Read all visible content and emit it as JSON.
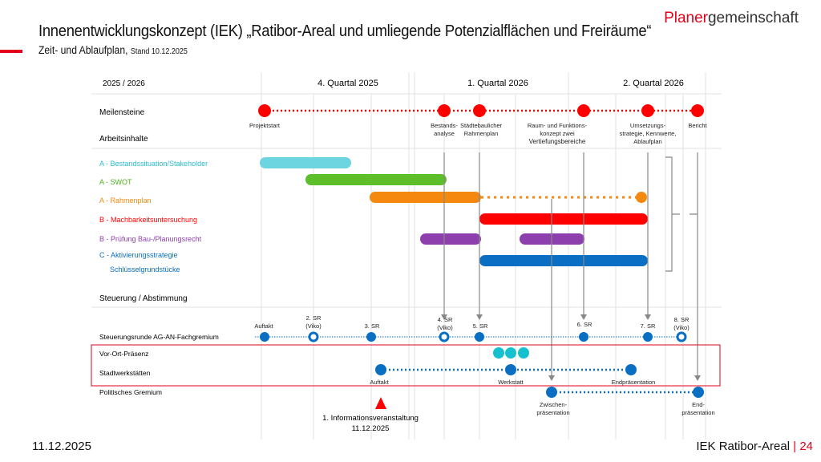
{
  "header": {
    "title": "Innenentwicklungskonzept (IEK) „Ratibor-Areal und umliegende Potenzialflächen und Freiräume“",
    "subtitle": "Zeit- und Ablaufplan,",
    "stand": "Stand 10.12.2025",
    "logo_red": "Planer",
    "logo_gray": "gemeinschaft"
  },
  "timeline": {
    "year": "2025 / 2026",
    "quarters": [
      "4. Quartal 2025",
      "1. Quartal 2026",
      "2. Quartal 2026"
    ]
  },
  "milestones": {
    "label": "Meilensteine",
    "items": [
      [
        "Projektstart"
      ],
      [
        "Bestands-",
        "analyse"
      ],
      [
        "Städtebaulicher",
        "Rahmenplan"
      ],
      [
        "Raum- und Funktions-",
        "konzept zwei",
        "Vertiefungsbereiche"
      ],
      [
        "Umsetzungs-",
        "strategie, Kennwerte,",
        "Ablaufplan"
      ],
      [
        "Bericht"
      ]
    ]
  },
  "work": {
    "label": "Arbeitsinhalte",
    "items": [
      "A - Bestandssituation/Stakeholder",
      "A - SWOT",
      "A - Rahmenplan",
      "B - Machbarkeitsuntersuchung",
      "B - Prüfung Bau-/Planungsrecht",
      "C - Aktivierungsstrategie",
      "Schlüsselgrundstücke"
    ]
  },
  "control": {
    "label": "Steuerung / Abstimmung",
    "row1": "Steuerungsrunde AG-AN-Fachgremium",
    "sr": [
      [
        "Auftakt"
      ],
      [
        "2. SR",
        "(Viko)"
      ],
      [
        "3. SR"
      ],
      [
        "4. SR",
        "(Viko)"
      ],
      [
        "5. SR"
      ],
      [
        "6. SR"
      ],
      [
        "7. SR"
      ],
      [
        "8. SR",
        "(Viko)"
      ]
    ],
    "row2": "Vor-Ort-Präsenz",
    "row3": "Stadtwerkstätten",
    "werk": [
      "Auftakt",
      "Werkstatt",
      "Endpräsentation"
    ],
    "row4": "Politisches Gremium",
    "pol": [
      [
        "Zwischen-",
        "präsentation"
      ],
      [
        "End-",
        "präsentation"
      ]
    ],
    "info": [
      "1. Informationsveranstaltung",
      "11.12.2025"
    ]
  },
  "footer": {
    "date": "11.12.2025",
    "project": "IEK Ratibor-Areal",
    "sep": "|",
    "page": "24"
  },
  "colors": {
    "red": "#ff0000",
    "cyan": "#6dd5e0",
    "green": "#5cbf2a",
    "orange": "#f5890f",
    "purple": "#8e3fae",
    "blue": "#0a6fc2"
  }
}
